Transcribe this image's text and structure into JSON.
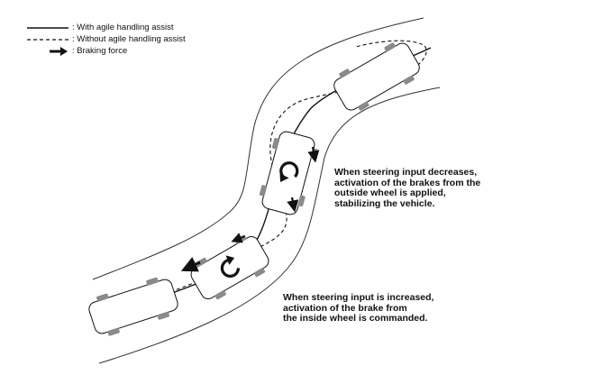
{
  "legend": {
    "items": [
      {
        "label": ": With agile handling assist",
        "style": "solid"
      },
      {
        "label": ": Without agile handling assist",
        "style": "dashed"
      },
      {
        "label": ": Braking force",
        "style": "arrow"
      }
    ]
  },
  "notes": {
    "decrease": {
      "lines": [
        "When steering input decreases,",
        "activation of the brakes from the",
        "outside wheel is applied,",
        "stabilizing the vehicle."
      ]
    },
    "increase": {
      "lines": [
        "When steering input is increased,",
        "activation of the brake from",
        "the inside wheel is commanded."
      ]
    }
  },
  "colors": {
    "line": "#111111",
    "tire": "#8a8a8a",
    "road": "#333333"
  }
}
